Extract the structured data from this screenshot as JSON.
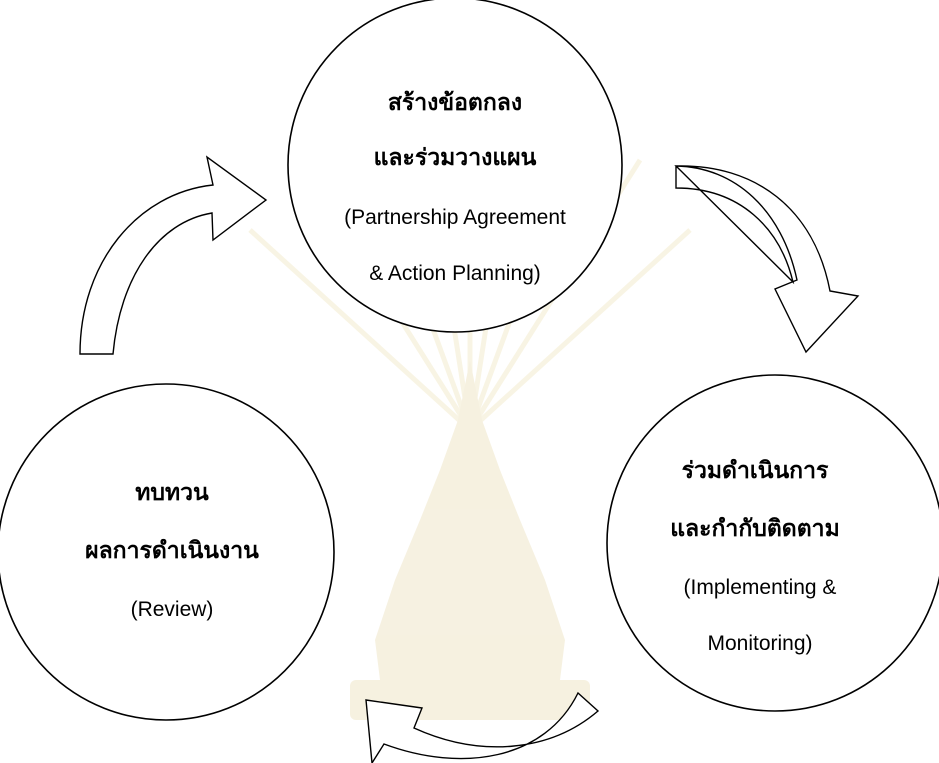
{
  "nodes": [
    {
      "id": "top",
      "lines_th": [
        "สร้างข้อตกลง",
        "และร่วมวางแผน"
      ],
      "lines_en": [
        "(Partnership Agreement",
        "& Action Planning)"
      ]
    },
    {
      "id": "right",
      "lines_th": [
        "ร่วมดำเนินการ",
        "และกำกับติดตาม"
      ],
      "lines_en": [
        "(Implementing &",
        "Monitoring)"
      ]
    },
    {
      "id": "left",
      "lines_th": [
        "ทบทวน",
        "ผลการดำเนินงาน"
      ],
      "lines_en": [
        "(Review)"
      ]
    }
  ],
  "edges": [
    {
      "from": "top",
      "to": "right",
      "style": "hollow-curved-arrow"
    },
    {
      "from": "right",
      "to": "left",
      "style": "hollow-curved-arrow"
    },
    {
      "from": "left",
      "to": "top",
      "style": "hollow-curved-arrow"
    }
  ],
  "colors": {
    "stroke": "#000000",
    "fill": "#ffffff",
    "text": "#000000",
    "watermark": "#efe6c8"
  }
}
